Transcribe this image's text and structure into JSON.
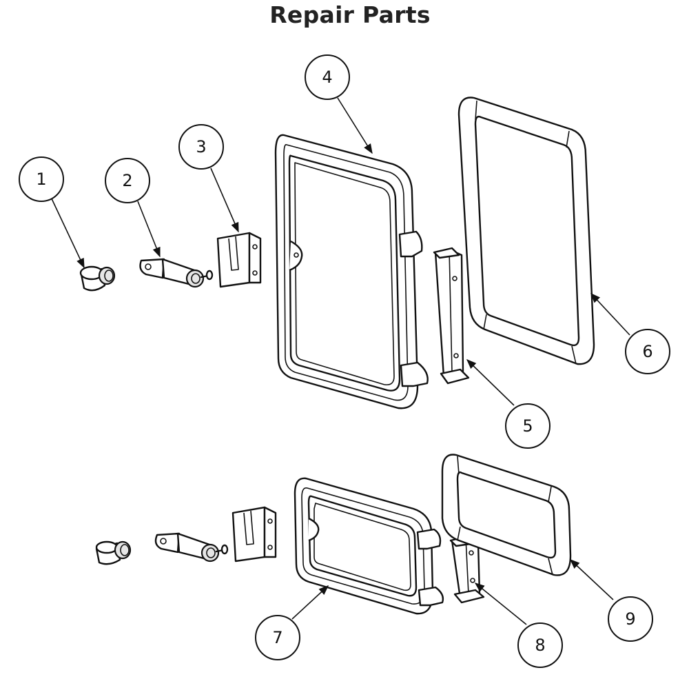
{
  "title": "Repair Parts",
  "callouts": [
    {
      "id": "1",
      "label": "1"
    },
    {
      "id": "2",
      "label": "2"
    },
    {
      "id": "3",
      "label": "3"
    },
    {
      "id": "4",
      "label": "4"
    },
    {
      "id": "5",
      "label": "5"
    },
    {
      "id": "6",
      "label": "6"
    },
    {
      "id": "7",
      "label": "7"
    },
    {
      "id": "8",
      "label": "8"
    },
    {
      "id": "9",
      "label": "9"
    }
  ]
}
